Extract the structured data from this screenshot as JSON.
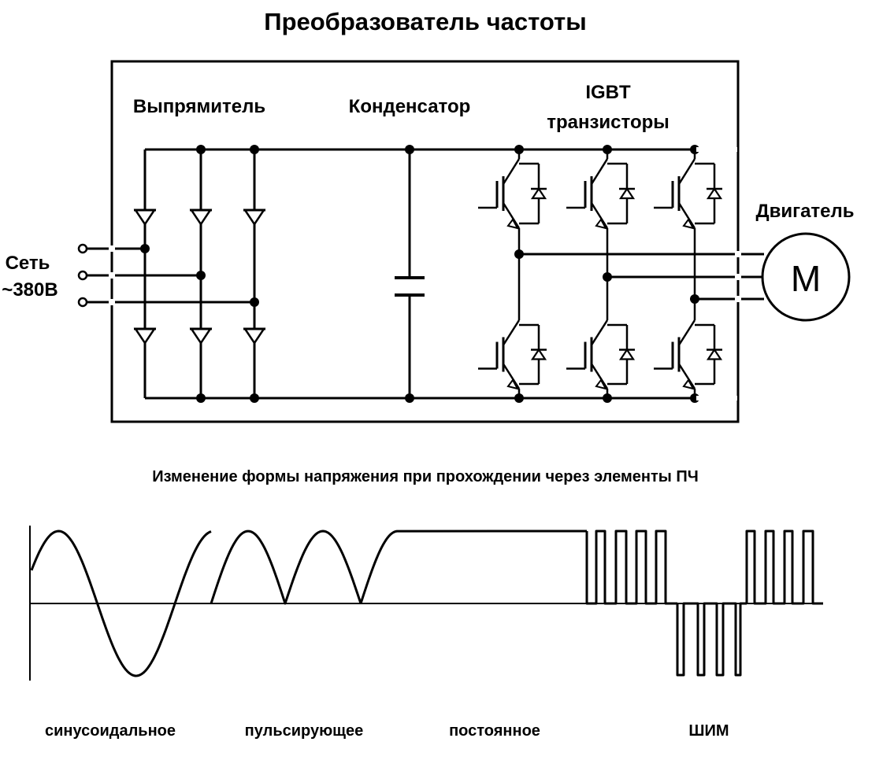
{
  "title": "Преобразователь частоты",
  "blocks": {
    "rectifier": "Выпрямитель",
    "capacitor": "Конденсатор",
    "igbt_line1": "IGBT",
    "igbt_line2": "транзисторы",
    "motor": "Двигатель",
    "motor_symbol": "M"
  },
  "supply": {
    "line1": "Сеть",
    "line2": "~380В"
  },
  "waveform": {
    "title": "Изменение формы напряжения при прохождении через элементы ПЧ",
    "labels": [
      "синусоидальное",
      "пульсирующее",
      "постоянное",
      "ШИМ"
    ]
  }
}
